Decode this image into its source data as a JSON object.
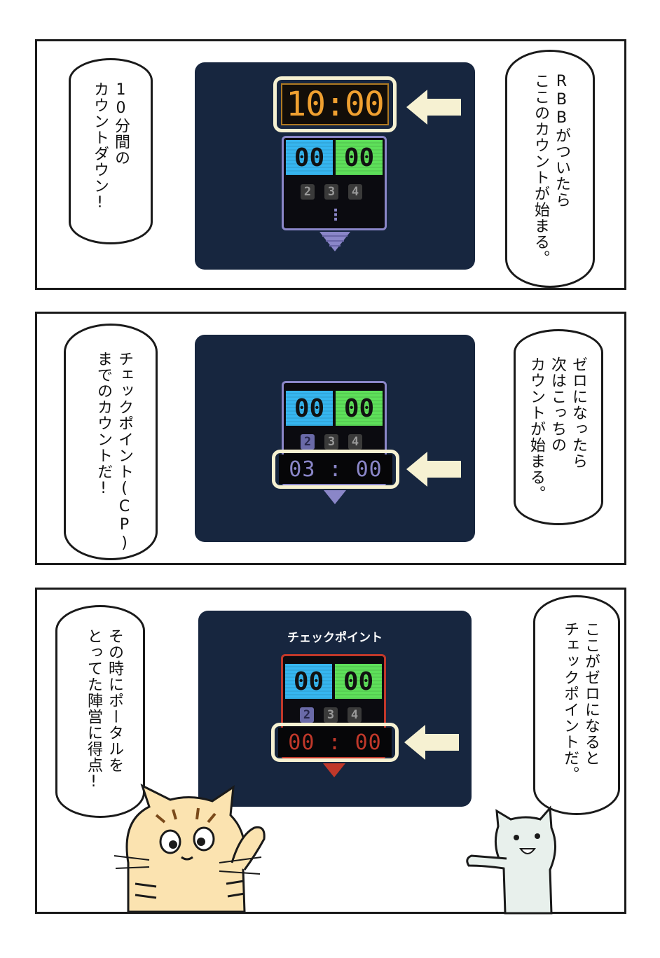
{
  "panel1": {
    "timer": "10:00",
    "score_blue": "00",
    "score_green": "00",
    "chips": [
      "2",
      "3",
      "4"
    ],
    "ellipsis": "⋮",
    "right_bubble_lines": [
      "RBBがついたら",
      "ここのカウントが始まる。"
    ],
    "left_bubble_lines": [
      "10分間の",
      "カウントダウン!"
    ]
  },
  "panel2": {
    "score_blue": "00",
    "score_green": "00",
    "chips": [
      "2",
      "3",
      "4"
    ],
    "countdown": "03 : 00",
    "right_bubble_lines": [
      "ゼロになったら",
      "次はこっちの",
      "カウントが始まる。"
    ],
    "left_bubble_lines": [
      "チェックポイント(CP)",
      "までのカウントだ!"
    ]
  },
  "panel3": {
    "screen_title": "チェックポイント",
    "score_blue": "00",
    "score_green": "00",
    "chips": [
      "2",
      "3",
      "4"
    ],
    "countdown": "00 : 00",
    "right_bubble_lines": [
      "ここがゼロになると",
      "チェックポイントだ。"
    ],
    "left_bubble_lines": [
      "その時にポータルを",
      "とってた陣営に得点!"
    ]
  },
  "colors": {
    "screen_bg": "#17263f",
    "timer_orange": "#f0a030",
    "highlight_frame": "#f6f1d2",
    "blue_team": "#36b6f0",
    "green_team": "#5ee05a",
    "device_purple": "#8a86c8",
    "device_red": "#c0382a"
  }
}
